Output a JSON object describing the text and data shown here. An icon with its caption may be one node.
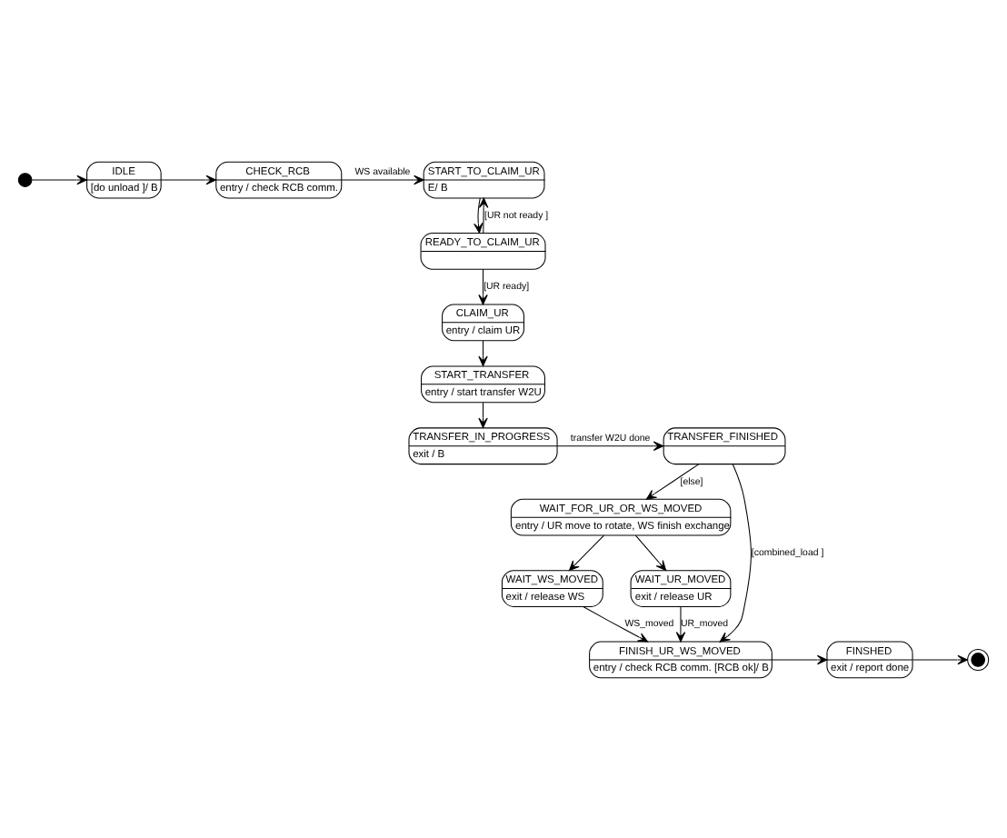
{
  "diagram": {
    "nodes": [
      {
        "text": [],
        "shape": "circle"
      },
      {
        "text": [
          "IDLE",
          "[do unload ]/ B"
        ]
      },
      {
        "text": [
          "CHECK_RCB",
          "entry / check RCB comm."
        ]
      },
      {
        "text": [
          "START_TO_CLAIM_UR",
          "E/ B"
        ]
      },
      {
        "text": [
          "START_TRANSFER",
          "entry / start transfer W2U"
        ]
      },
      {
        "text": [
          "CLAIM_UR",
          "entry / claim UR"
        ]
      },
      {
        "text": [
          "READY_TO_CLAIM_UR"
        ]
      },
      {
        "text": [
          "TRANSFER_IN_PROGRESS",
          "exit / B"
        ]
      },
      {
        "text": [
          "TRANSFER_FINISHED"
        ]
      },
      {
        "text": [
          "WAIT_FOR_UR_OR_WS_MOVED",
          "entry / UR move to rotate, WS finish exchange"
        ]
      },
      {
        "text": [
          "WAIT_WS_MOVED",
          "exit / release WS"
        ]
      },
      {
        "text": [
          "WAIT_UR_MOVED",
          "exit / release UR"
        ]
      },
      {
        "text": [
          "FINISH_UR_WS_MOVED",
          "entry / check RCB comm. [RCB ok]/ B"
        ]
      },
      {
        "text": [
          "FINSHED",
          "exit / report done"
        ]
      },
      {
        "text": [],
        "shape": "circle"
      }
    ],
    "edges": [
      {
        "from": 0,
        "to": 1,
        "arrow": "to"
      },
      {
        "from": 1,
        "to": 2,
        "arrow": "to"
      },
      {
        "from": 2,
        "to": 3,
        "arrow": "to",
        "label": "WS available"
      },
      {
        "from": 3,
        "to": 6,
        "arrow": "to"
      },
      {
        "from": 6,
        "to": 3,
        "arrow": "to",
        "label": "[UR not ready ]"
      },
      {
        "from": 6,
        "to": 5,
        "arrow": "to",
        "label": "[UR ready]"
      },
      {
        "from": 5,
        "to": 4,
        "arrow": "to"
      },
      {
        "from": 4,
        "to": 7,
        "arrow": "to"
      },
      {
        "from": 7,
        "to": 8,
        "arrow": "to",
        "label": "transfer W2U done"
      },
      {
        "from": 8,
        "to": 9,
        "arrow": "to",
        "label": "[else]"
      },
      {
        "from": 8,
        "to": 12,
        "arrow": "to",
        "label": "[combined_load ]"
      },
      {
        "from": 9,
        "to": 10,
        "arrow": "to"
      },
      {
        "from": 9,
        "to": 11,
        "arrow": "to"
      },
      {
        "from": 10,
        "to": 12,
        "arrow": "to",
        "label": "WS_moved"
      },
      {
        "from": 11,
        "to": 12,
        "arrow": "to",
        "label": "UR_moved"
      },
      {
        "from": 12,
        "to": 13,
        "arrow": "to"
      },
      {
        "from": 13,
        "to": 14,
        "arrow": "to"
      }
    ]
  }
}
